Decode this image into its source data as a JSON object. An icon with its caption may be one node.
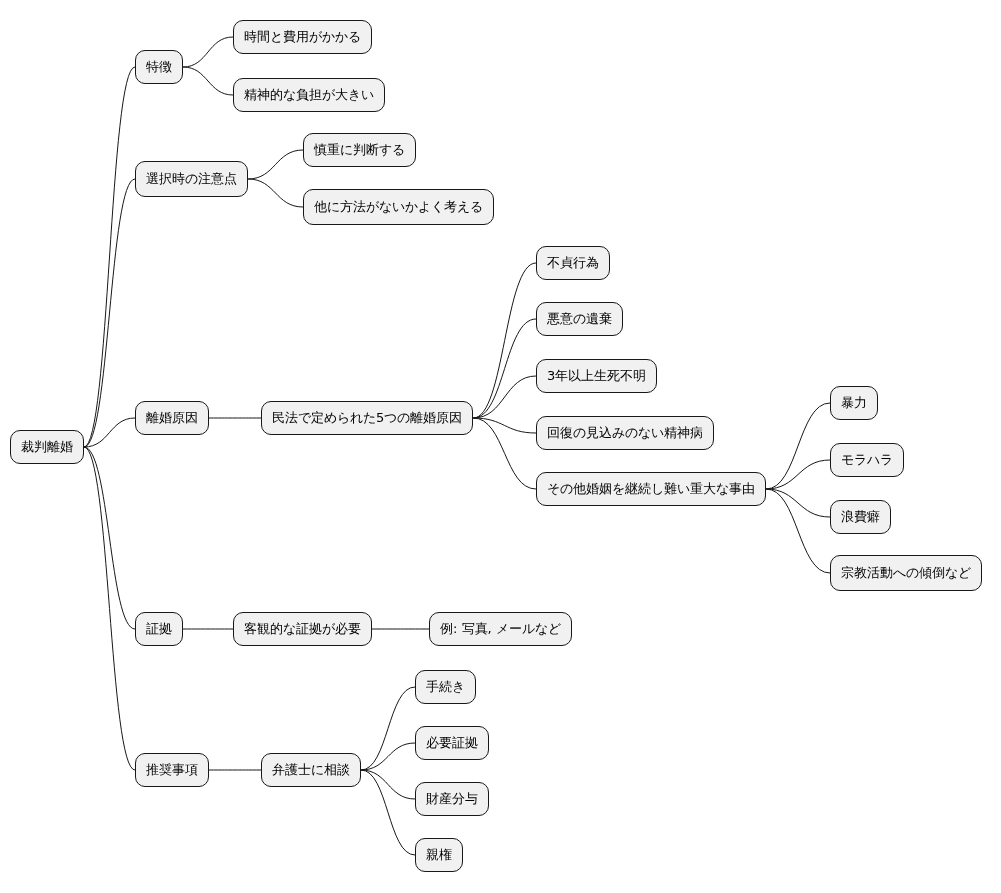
{
  "diagram": {
    "nodes": [
      {
        "text": [
          "裁判離婚"
        ]
      },
      {
        "text": [
          "特徴"
        ]
      },
      {
        "text": [
          "時間と費用がかかる"
        ]
      },
      {
        "text": [
          "精神的な負担が大きい"
        ]
      },
      {
        "text": [
          "選択時の注意点"
        ]
      },
      {
        "text": [
          "慎重に判断する"
        ]
      },
      {
        "text": [
          "他に方法がないかよく考える"
        ]
      },
      {
        "text": [
          "離婚原因"
        ]
      },
      {
        "text": [
          "民法で定められた5つの離婚原因"
        ]
      },
      {
        "text": [
          "不貞行為"
        ]
      },
      {
        "text": [
          "悪意の遺棄"
        ]
      },
      {
        "text": [
          "3年以上生死不明"
        ]
      },
      {
        "text": [
          "回復の見込みのない精神病"
        ]
      },
      {
        "text": [
          "その他婚姻を継続し難い重大な事由"
        ]
      },
      {
        "text": [
          "暴力"
        ]
      },
      {
        "text": [
          "モラハラ"
        ]
      },
      {
        "text": [
          "浪費癖"
        ]
      },
      {
        "text": [
          "宗教活動への傾倒など"
        ]
      },
      {
        "text": [
          "証拠"
        ]
      },
      {
        "text": [
          "客観的な証拠が必要"
        ]
      },
      {
        "text": [
          "例: 写真, メールなど"
        ]
      },
      {
        "text": [
          "推奨事項"
        ]
      },
      {
        "text": [
          "弁護士に相談"
        ]
      },
      {
        "text": [
          "手続き"
        ]
      },
      {
        "text": [
          "必要証拠"
        ]
      },
      {
        "text": [
          "財産分与"
        ]
      },
      {
        "text": [
          "親権"
        ]
      }
    ],
    "edges": [
      {
        "from": 0,
        "to": 1,
        "arrow": "none"
      },
      {
        "from": 1,
        "to": 2,
        "arrow": "none"
      },
      {
        "from": 1,
        "to": 3,
        "arrow": "none"
      },
      {
        "from": 0,
        "to": 4,
        "arrow": "none"
      },
      {
        "from": 4,
        "to": 5,
        "arrow": "none"
      },
      {
        "from": 4,
        "to": 6,
        "arrow": "none"
      },
      {
        "from": 0,
        "to": 7,
        "arrow": "none"
      },
      {
        "from": 7,
        "to": 8,
        "arrow": "none"
      },
      {
        "from": 8,
        "to": 9,
        "arrow": "none"
      },
      {
        "from": 8,
        "to": 10,
        "arrow": "none"
      },
      {
        "from": 8,
        "to": 11,
        "arrow": "none"
      },
      {
        "from": 8,
        "to": 12,
        "arrow": "none"
      },
      {
        "from": 8,
        "to": 13,
        "arrow": "none"
      },
      {
        "from": 13,
        "to": 14,
        "arrow": "none"
      },
      {
        "from": 13,
        "to": 15,
        "arrow": "none"
      },
      {
        "from": 13,
        "to": 16,
        "arrow": "none"
      },
      {
        "from": 13,
        "to": 17,
        "arrow": "none"
      },
      {
        "from": 0,
        "to": 18,
        "arrow": "none"
      },
      {
        "from": 18,
        "to": 19,
        "arrow": "none"
      },
      {
        "from": 19,
        "to": 20,
        "arrow": "none"
      },
      {
        "from": 0,
        "to": 21,
        "arrow": "none"
      },
      {
        "from": 21,
        "to": 22,
        "arrow": "none"
      },
      {
        "from": 22,
        "to": 23,
        "arrow": "none"
      },
      {
        "from": 22,
        "to": 24,
        "arrow": "none"
      },
      {
        "from": 22,
        "to": 25,
        "arrow": "none"
      },
      {
        "from": 22,
        "to": 26,
        "arrow": "none"
      }
    ]
  }
}
